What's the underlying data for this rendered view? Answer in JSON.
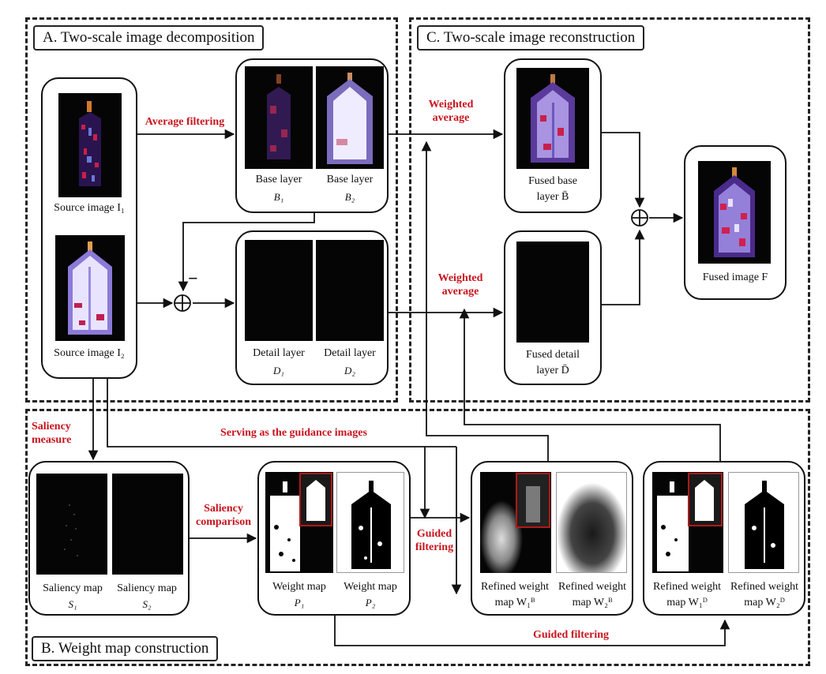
{
  "sections": {
    "a_title": "A. Two-scale image decomposition",
    "b_title": "B. Weight map construction",
    "c_title": "C. Two-scale image reconstruction"
  },
  "source": {
    "label1": "Source image I₁",
    "label2": "Source image I₂"
  },
  "base": {
    "label1": "Base layer",
    "sym1": "B₁",
    "label2": "Base layer",
    "sym2": "B₂"
  },
  "detail": {
    "label1": "Detail layer",
    "sym1": "D₁",
    "label2": "Detail layer",
    "sym2": "D₂"
  },
  "saliency": {
    "label1": "Saliency map",
    "sym1": "S₁",
    "label2": "Saliency map",
    "sym2": "S₂"
  },
  "weight": {
    "label1": "Weight map",
    "sym1": "P₁",
    "label2": "Weight map",
    "sym2": "P₂"
  },
  "refined_b": {
    "label1a": "Refined weight",
    "label1b": "map W₁ᴮ",
    "label2a": "Refined weight",
    "label2b": "map W₂ᴮ"
  },
  "refined_d": {
    "label1a": "Refined weight",
    "label1b": "map W₁ᴰ",
    "label2a": "Refined weight",
    "label2b": "map W₂ᴰ"
  },
  "fused": {
    "base_a": "Fused base",
    "base_b": "layer B̄",
    "detail_a": "Fused detail",
    "detail_b": "layer D̄",
    "image": "Fused image F"
  },
  "ops": {
    "average_filtering": "Average filtering",
    "weighted_a1": "Weighted",
    "weighted_a2": "average",
    "weighted_b1": "Weighted",
    "weighted_b2": "average",
    "saliency_measure1": "Saliency",
    "saliency_measure2": "measure",
    "guidance": "Serving as the guidance images",
    "saliency_comp1": "Saliency",
    "saliency_comp2": "comparison",
    "guided1": "Guided",
    "guided2": "filtering",
    "guided_bottom": "Guided filtering",
    "minus": "−"
  }
}
